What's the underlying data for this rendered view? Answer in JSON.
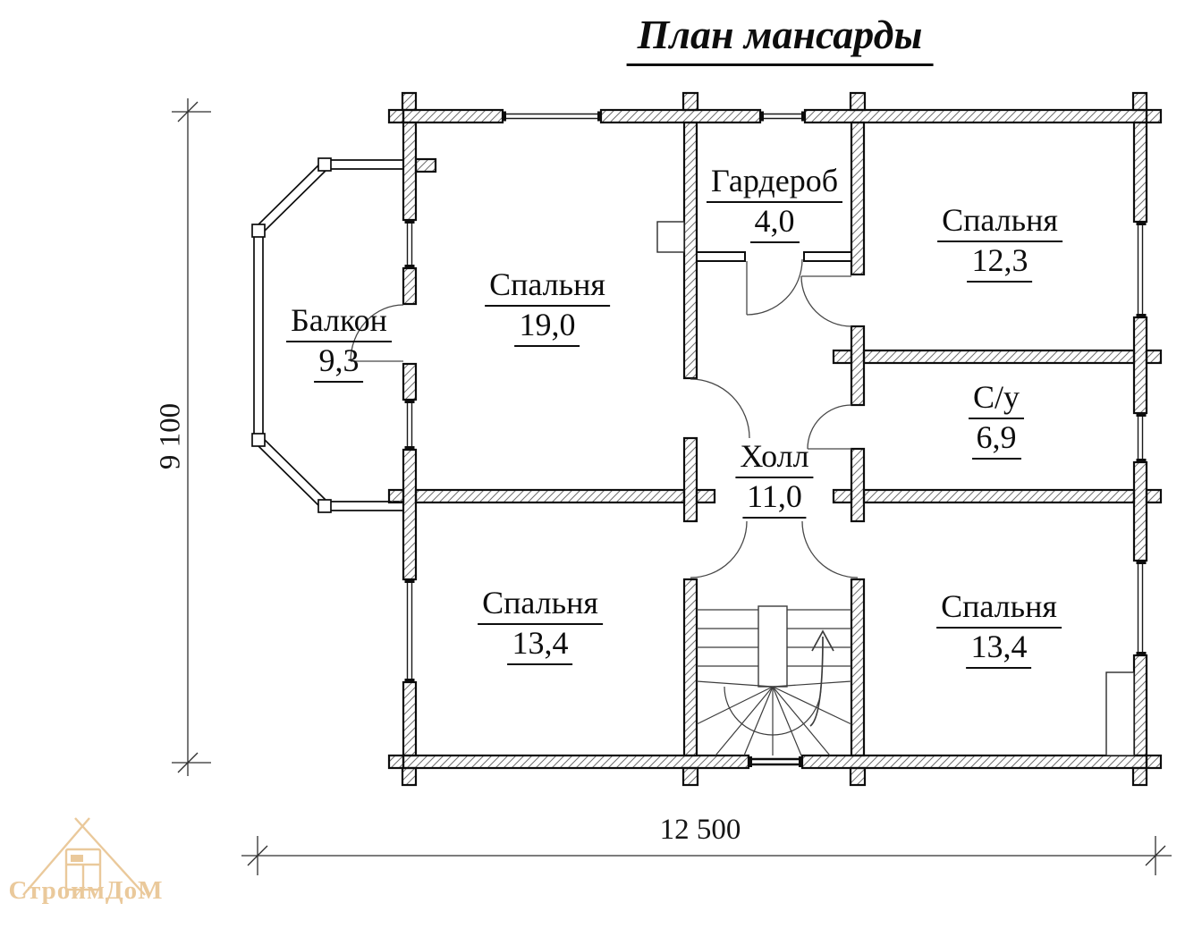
{
  "title": "План мансарды",
  "rooms": [
    {
      "id": "bedroom-19",
      "name": "Спальня",
      "area": "19,0"
    },
    {
      "id": "wardrobe",
      "name": "Гардероб",
      "area": "4,0"
    },
    {
      "id": "bedroom-12",
      "name": "Спальня",
      "area": "12,3"
    },
    {
      "id": "balcony",
      "name": "Балкон",
      "area": "9,3"
    },
    {
      "id": "bathroom",
      "name": "С/у",
      "area": "6,9"
    },
    {
      "id": "hall",
      "name": "Холл",
      "area": "11,0"
    },
    {
      "id": "bedroom-13-left",
      "name": "Спальня",
      "area": "13,4"
    },
    {
      "id": "bedroom-13-right",
      "name": "Спальня",
      "area": "13,4"
    }
  ],
  "dimensions": {
    "total_width_mm": "12 500",
    "total_height_mm": "9 100"
  },
  "watermark": {
    "text": "СтроимДоМ",
    "color": "#eac99b"
  },
  "colors": {
    "line": "#0d0d0d",
    "hatch": "#6e6e6e",
    "dimension": "#2f2f2f"
  }
}
